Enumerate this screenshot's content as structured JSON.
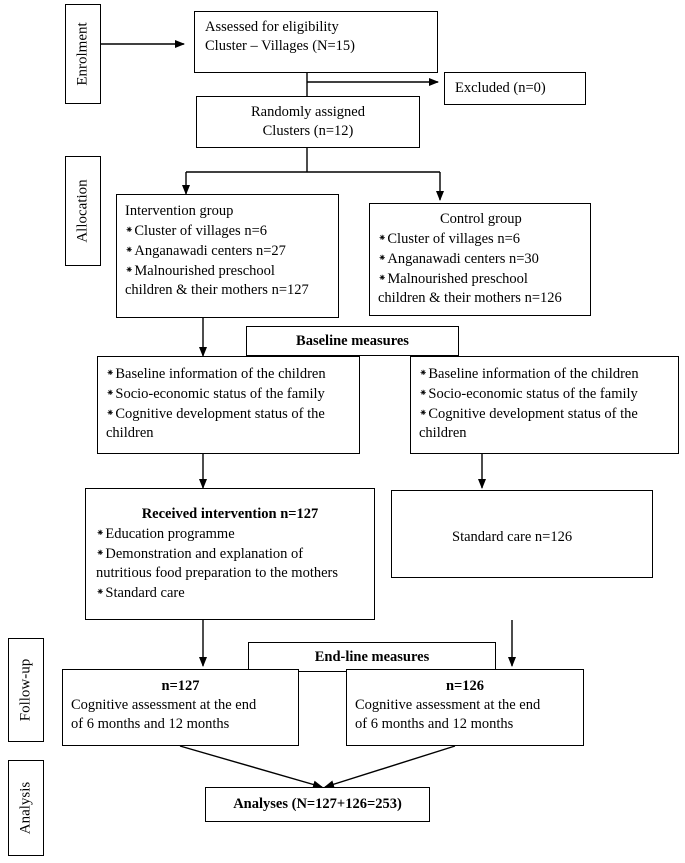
{
  "phases": {
    "enrolment": "Enrolment",
    "allocation": "Allocation",
    "followup": "Follow-up",
    "analysis": "Analysis"
  },
  "assessed": {
    "line1": "Assessed for eligibility",
    "line2": "Cluster – Villages (N=15)"
  },
  "excluded": "Excluded (n=0)",
  "randomized": {
    "line1": "Randomly assigned",
    "line2": "Clusters (n=12)"
  },
  "intervention": {
    "title": "Intervention group",
    "items": [
      "Cluster of villages  n=6",
      "Anganawadi centers n=27",
      "Malnourished preschool",
      "children & their mothers n=127"
    ]
  },
  "control": {
    "title": "Control group",
    "items": [
      "Cluster of villages n=6",
      "Anganawadi centers n=30",
      "Malnourished preschool",
      "children & their mothers n=126"
    ]
  },
  "baseline_label": "Baseline measures",
  "baseline_left": [
    "Baseline information of the children",
    "Socio-economic status of the family",
    "Cognitive development status of the",
    "children"
  ],
  "baseline_right": [
    "Baseline information of the children",
    "Socio-economic status of the family",
    "Cognitive development status of the",
    "children"
  ],
  "received": {
    "title": "Received intervention n=127",
    "items": [
      "Education programme",
      "Demonstration and explanation of",
      "nutritious food preparation to the mothers",
      "Standard care"
    ]
  },
  "standard_care": "Standard care n=126",
  "endline_label": "End-line measures",
  "followup_left": {
    "title": "n=127",
    "line1": "Cognitive assessment at the end",
    "line2": "of 6 months and 12 months"
  },
  "followup_right": {
    "title": "n=126",
    "line1": "Cognitive assessment at the end",
    "line2": "of 6 months and 12 months"
  },
  "analyses": "Analyses (N=127+126=253)",
  "bullet_glyph": "⁕"
}
